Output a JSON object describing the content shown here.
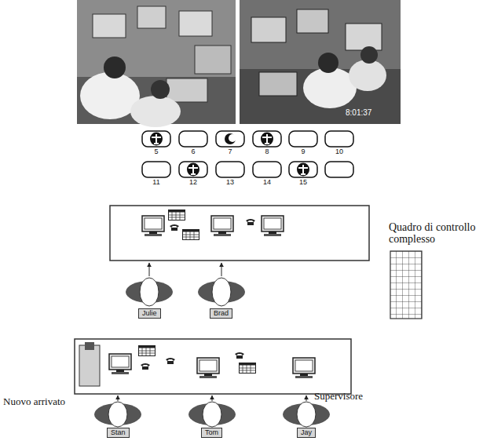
{
  "diagram": {
    "nodes": [
      {
        "text": [
          "Julie"
        ]
      },
      {
        "text": [
          "Brad"
        ]
      },
      {
        "text": [
          "Stan"
        ]
      },
      {
        "text": [
          "Tom"
        ]
      },
      {
        "text": [
          "Jay"
        ]
      }
    ],
    "labels": [
      "8:01:37",
      "5",
      "6",
      "7",
      "8",
      "9",
      "10",
      "11",
      "12",
      "13",
      "14",
      "15",
      "Quadro di controllo complesso",
      "Nuovo arrivato",
      "Supervisore"
    ]
  }
}
